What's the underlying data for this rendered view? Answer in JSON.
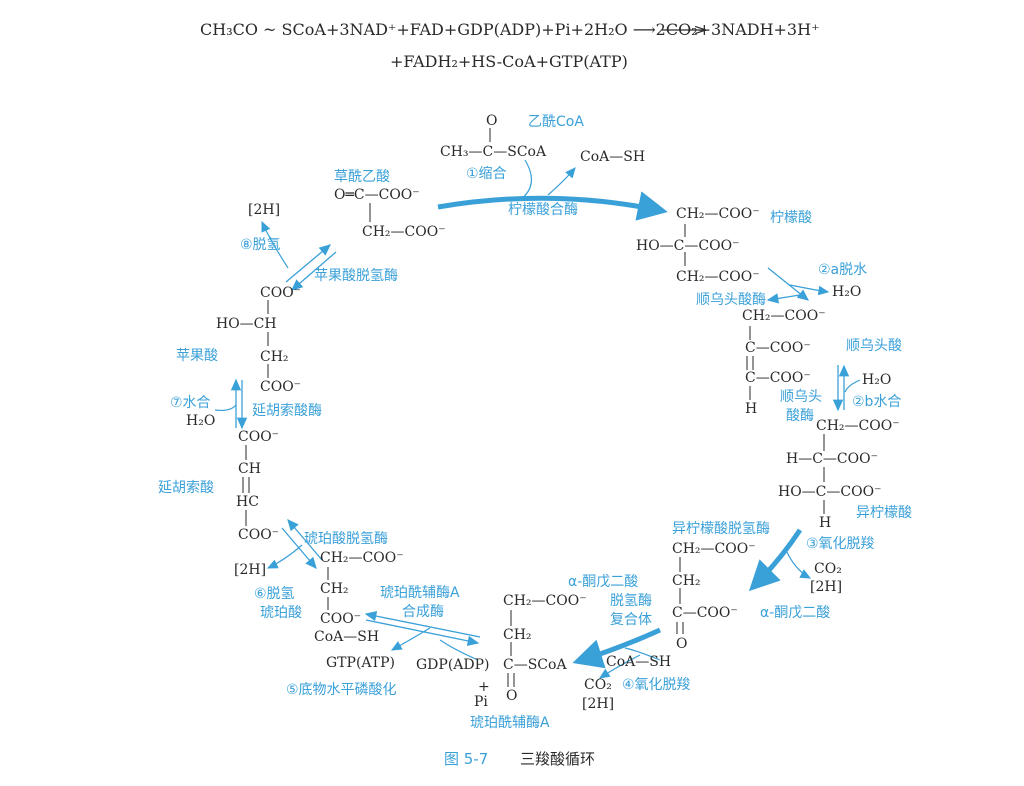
{
  "equation": {
    "line1": "CH₃CO ~ SCoA+3NAD⁺+FAD+GDP(ADP)+Pi+2H₂O ⟶2CO₂+3NADH+3H⁺",
    "line2": "+FADH₂+HS-CoA+GTP(ATP)"
  },
  "caption": {
    "num": "图 5-7",
    "title": "三羧酸循环"
  },
  "colors": {
    "accent": "#3aa0d8",
    "text": "#2a2a2a"
  },
  "acetyl": {
    "label": "乙酰CoA",
    "o": "O",
    "dbl": "‖",
    "formula": "CH₃—C—SCoA",
    "coash": "CoA—SH",
    "step": "①缩合",
    "enzyme": "柠檬酸合酶"
  },
  "citrate": {
    "name": "柠檬酸",
    "l1": "CH₂—COO⁻",
    "l2": "HO—C—COO⁻",
    "l3": "CH₂—COO⁻",
    "step": "②a脱水",
    "water": "H₂O",
    "enzyme": "顺乌头酸酶"
  },
  "cisaconitate": {
    "name": "顺乌头酸",
    "l1": "CH₂—COO⁻",
    "l2": "C—COO⁻",
    "l3": "C—COO⁻",
    "l4": "H",
    "enzyme1": "顺乌头",
    "enzyme2": "酸酶",
    "water": "H₂O",
    "step": "②b水合"
  },
  "isocitrate": {
    "name": "异柠檬酸",
    "l1": "CH₂—COO⁻",
    "l2": "H—C—COO⁻",
    "l3": "HO—C—COO⁻",
    "l4": "H",
    "enzyme": "异柠檬酸脱氢酶",
    "step": "③氧化脱羧",
    "co2": "CO₂",
    "h2": "[2H]"
  },
  "akg": {
    "name": "α-酮戊二酸",
    "l1": "CH₂—COO⁻",
    "l2": "CH₂",
    "l3": "C—COO⁻",
    "o": "O",
    "enzyme1": "α-酮戊二酸",
    "enzyme2": "脱氢酶",
    "enzyme3": "复合体",
    "coash": "CoA—SH",
    "step": "④氧化脱羧",
    "co2": "CO₂",
    "h2": "[2H]"
  },
  "succoa": {
    "name": "琥珀酰辅酶A",
    "l1": "CH₂—COO⁻",
    "l2": "CH₂",
    "l3": "C—SCoA",
    "o": "O",
    "gdp": "GDP(ADP)",
    "plus": "+",
    "pi": "Pi",
    "enzyme1": "琥珀酰辅酶A",
    "enzyme2": "合成酶",
    "step": "⑤底物水平磷酸化"
  },
  "succinate": {
    "l1": "CH₂—COO⁻",
    "l2": "CH₂",
    "l3": "COO⁻",
    "coash": "CoA—SH",
    "gtp": "GTP(ATP)",
    "enzyme": "琥珀酸脱氢酶",
    "h2": "[2H]",
    "step": "⑥脱氢",
    "name": "琥珀酸"
  },
  "fumarate": {
    "l1": "COO⁻",
    "l2": "CH",
    "l3": "HC",
    "l4": "COO⁻",
    "name": "延胡索酸",
    "enzyme": "延胡索酸酶",
    "step": "⑦水合",
    "water": "H₂O"
  },
  "malate": {
    "l1": "COO⁻",
    "l2": "HO—CH",
    "l3": "CH₂",
    "l4": "COO⁻",
    "name": "苹果酸",
    "enzyme": "苹果酸脱氢酶",
    "step": "⑧脱氢",
    "h2": "[2H]"
  },
  "oxaloacetate": {
    "name": "草酰乙酸",
    "l1": "O═C—COO⁻",
    "l2": "CH₂—COO⁻"
  }
}
